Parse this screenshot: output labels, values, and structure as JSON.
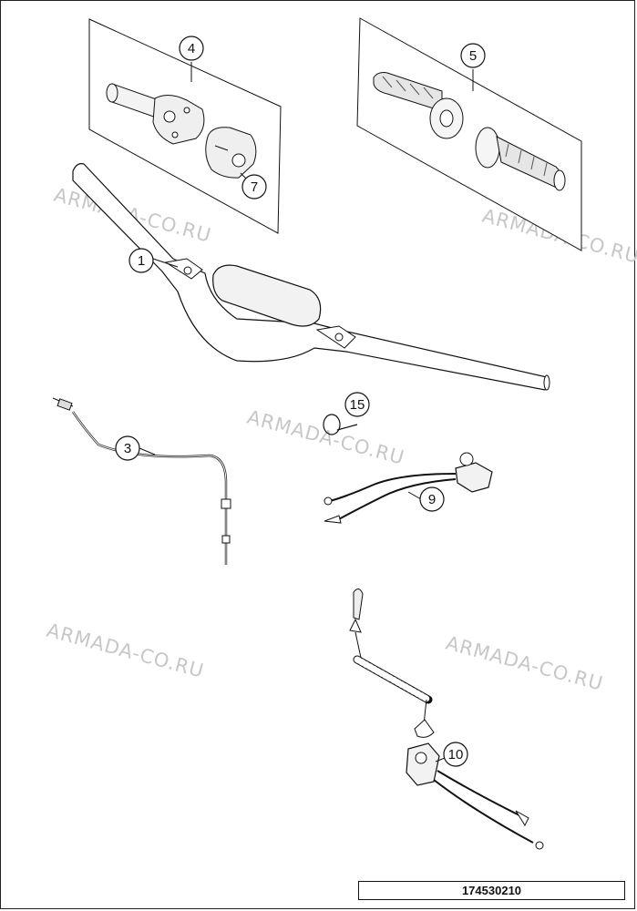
{
  "watermark": "ARMADA-CO.RU",
  "document_number": "174530210",
  "callouts": {
    "c1": "1",
    "c3": "3",
    "c4": "4",
    "c5": "5",
    "c7": "7",
    "c9": "9",
    "c10": "10",
    "c15": "15"
  },
  "colors": {
    "line": "#111111",
    "part_fill": "#f2f2f2",
    "watermark": "#c7c7c7"
  }
}
